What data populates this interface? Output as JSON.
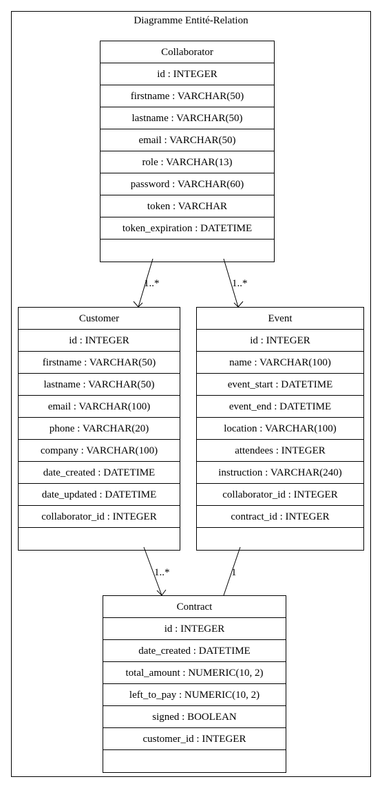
{
  "diagram": {
    "title": "Diagramme Entité-Relation"
  },
  "entities": {
    "collaborator": {
      "name": "Collaborator",
      "attributes": [
        "id : INTEGER",
        "firstname : VARCHAR(50)",
        "lastname : VARCHAR(50)",
        "email : VARCHAR(50)",
        "role : VARCHAR(13)",
        "password : VARCHAR(60)",
        "token : VARCHAR",
        "token_expiration : DATETIME"
      ]
    },
    "customer": {
      "name": "Customer",
      "attributes": [
        "id : INTEGER",
        "firstname : VARCHAR(50)",
        "lastname : VARCHAR(50)",
        "email : VARCHAR(100)",
        "phone : VARCHAR(20)",
        "company : VARCHAR(100)",
        "date_created : DATETIME",
        "date_updated : DATETIME",
        "collaborator_id : INTEGER"
      ]
    },
    "event": {
      "name": "Event",
      "attributes": [
        "id : INTEGER",
        "name : VARCHAR(100)",
        "event_start : DATETIME",
        "event_end : DATETIME",
        "location : VARCHAR(100)",
        "attendees : INTEGER",
        "instruction : VARCHAR(240)",
        "collaborator_id : INTEGER",
        "contract_id : INTEGER"
      ]
    },
    "contract": {
      "name": "Contract",
      "attributes": [
        "id : INTEGER",
        "date_created : DATETIME",
        "total_amount : NUMERIC(10, 2)",
        "left_to_pay : NUMERIC(10, 2)",
        "signed : BOOLEAN",
        "customer_id : INTEGER"
      ]
    }
  },
  "relationships": [
    {
      "from": "collaborator",
      "to": "customer",
      "multiplicity": "1..*"
    },
    {
      "from": "collaborator",
      "to": "event",
      "multiplicity": "1..*"
    },
    {
      "from": "customer",
      "to": "contract",
      "multiplicity": "1..*"
    },
    {
      "from": "event",
      "to": "contract",
      "multiplicity": "1"
    }
  ]
}
